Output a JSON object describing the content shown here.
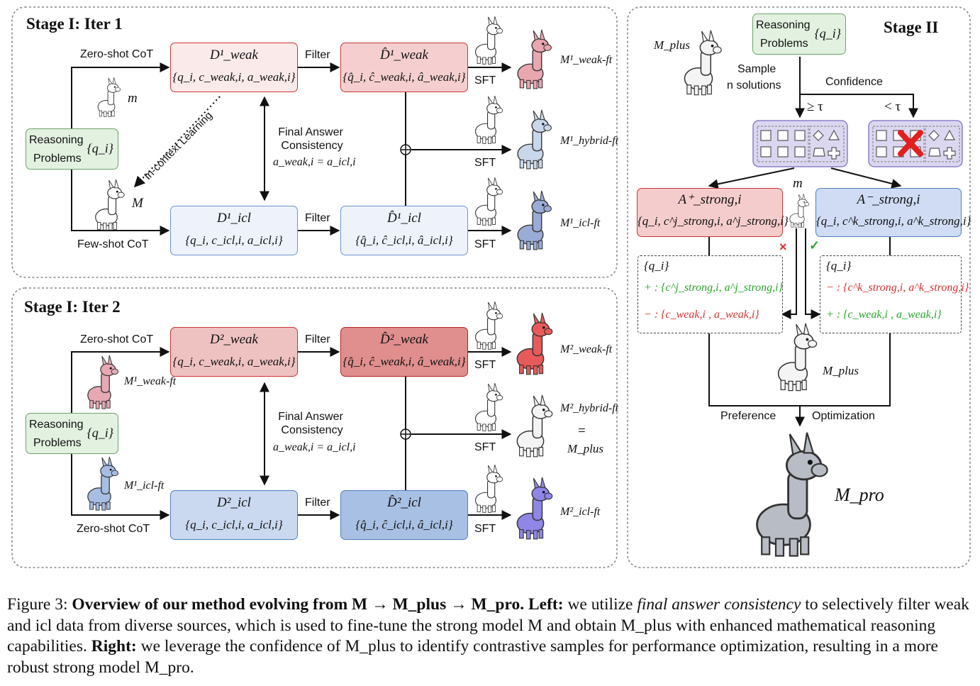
{
  "stage1_iter1": {
    "title": "Stage I: Iter 1",
    "zero_shot": "Zero-shot CoT",
    "few_shot": "Few-shot CoT",
    "filter_top": "Filter",
    "filter_bottom": "Filter",
    "icl_learning": "In-context Learning",
    "fac_line1": "Final Answer",
    "fac_line2": "Consistency",
    "fac_eq": "a_weak,i = a_icl,i",
    "rp_line1": "Reasoning",
    "rp_line2": "Problems",
    "rp_q": "{q_i}",
    "small_model": "m",
    "strong_model": "M",
    "d_weak_title": "D¹_weak",
    "d_weak_body": "{q_i, c_weak,i, a_weak,i}",
    "dhat_weak_title": "D̂¹_weak",
    "dhat_weak_body": "{q̂_i, ĉ_weak,i, â_weak,i}",
    "d_icl_title": "D¹_icl",
    "d_icl_body": "{q_i, c_icl,i, a_icl,i}",
    "dhat_icl_title": "D̂¹_icl",
    "dhat_icl_body": "{q̂_i, ĉ_icl,i, â_icl,i}",
    "sft1": "SFT",
    "sft2": "SFT",
    "sft3": "SFT",
    "out_weak": "M¹_weak-ft",
    "out_hybrid": "M¹_hybrid-ft",
    "out_icl": "M¹_icl-ft"
  },
  "stage1_iter2": {
    "title": "Stage I: Iter 2",
    "zero_shot_top": "Zero-shot CoT",
    "zero_shot_bottom": "Zero-shot CoT",
    "filter_top": "Filter",
    "filter_bottom": "Filter",
    "fac_line1": "Final Answer",
    "fac_line2": "Consistency",
    "fac_eq": "a_weak,i = a_icl,i",
    "rp_line1": "Reasoning",
    "rp_line2": "Problems",
    "rp_q": "{q_i}",
    "in_weak": "M¹_weak-ft",
    "in_icl": "M¹_icl-ft",
    "d_weak_title": "D²_weak",
    "d_weak_body": "{q_i, c_weak,i, a_weak,i}",
    "dhat_weak_title": "D̂²_weak",
    "dhat_weak_body": "{q̂_i, ĉ_weak,i, â_weak,i}",
    "d_icl_title": "D²_icl",
    "d_icl_body": "{q_i, c_icl,i, a_icl,i}",
    "dhat_icl_title": "D̂²_icl",
    "dhat_icl_body": "{q̂_i, ĉ_icl,i, â_icl,i}",
    "sft1": "SFT",
    "sft2": "SFT",
    "sft3": "SFT",
    "out_weak": "M²_weak-ft",
    "out_hybrid": "M²_hybrid-ft",
    "equals": "=",
    "out_plus": "M_plus",
    "out_icl": "M²_icl-ft"
  },
  "stage2": {
    "title": "Stage II",
    "rp_line1": "Reasoning",
    "rp_line2": "Problems",
    "rp_q": "{q_i}",
    "model_plus": "M_plus",
    "sample_line1": "Sample",
    "sample_line2": "n solutions",
    "confidence": "Confidence",
    "ge_tau": "≥ τ",
    "lt_tau": "< τ",
    "small_model": "m",
    "a_pos_title": "A⁺_strong,i",
    "a_pos_body": "{q_i, c^j_strong,i, a^j_strong,i}",
    "a_neg_title": "A⁻_strong,i",
    "a_neg_body": "{q_i, c^k_strong,i, a^k_strong,i}",
    "left_q": "{q_i}",
    "left_plus": "+ : {c^j_strong,i, a^j_strong,i}",
    "left_minus": "− : {c_weak,i , a_weak,i}",
    "right_q": "{q_i}",
    "right_minus": "− : {c^k_strong,i, a^k_strong,i}",
    "right_plus": "+ : {c_weak,i , a_weak,i}",
    "model_plus2": "M_plus",
    "pref": "Preference",
    "opt": "Optimization",
    "model_pro": "M_pro",
    "cross_mark": "×",
    "check_mark": "✓"
  },
  "caption": {
    "label": "Figure 3:",
    "bold_title": "Overview of our method evolving from M → M_plus → M_pro.",
    "left_label": "Left:",
    "left_text_a": "we utilize",
    "left_italic": "final answer consistency",
    "left_text_b": "to selectively filter weak and icl data from diverse sources, which is used to fine-tune the strong model M and obtain M_plus with enhanced mathematical reasoning capabilities.",
    "right_label": "Right:",
    "right_text": "we leverage the confidence of M_plus to identify contrastive samples for performance optimization, resulting in a more robust strong model M_pro."
  },
  "colors": {
    "weak_border": "#cc3333",
    "icl_border": "#6a95cf",
    "problems_bg": "#e2f1e0",
    "solutions_bg": "#dcd7f1",
    "positive": "#2aa52a",
    "negative": "#d63030"
  }
}
